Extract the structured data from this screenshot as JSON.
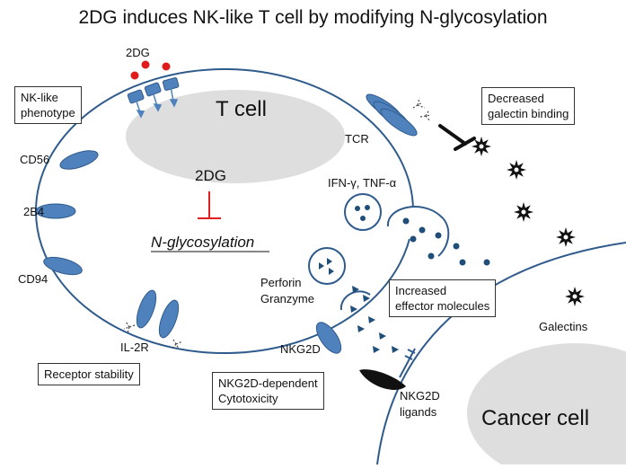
{
  "title": "2DG induces NK-like T cell by modifying N-glycosylation",
  "cells": {
    "t_cell": "T cell",
    "cancer_cell": "Cancer cell"
  },
  "drug_label": "2DG",
  "nucleus_drug": "2DG",
  "process": "N-glycosylation",
  "receptors": {
    "cd56": "CD56",
    "2b4": "2B4",
    "cd94": "CD94",
    "tcr": "TCR",
    "il2r": "IL-2R",
    "nkg2d": "NKG2D",
    "nkg2d_ligands": "NKG2D\nligands"
  },
  "molecules": {
    "cytokines": "IFN-γ, TNF-α",
    "perforin": "Perforin\nGranzyme",
    "galectins": "Galectins"
  },
  "boxes": {
    "nk_like": "NK-like\nphenotype",
    "decreased": "Decreased\ngalectin binding",
    "increased": "Increased\neffector molecules",
    "receptor_stability": "Receptor stability",
    "cytotoxicity": "NKG2D-dependent\nCytotoxicity"
  },
  "colors": {
    "receptor_fill": "#4f81bd",
    "receptor_stroke": "#2f5b8c",
    "membrane": "#2f5b8c",
    "nucleus": "#dedede",
    "drug_dot": "#e01b1b",
    "inhibit": "#e02020",
    "galectin": "#111111"
  }
}
